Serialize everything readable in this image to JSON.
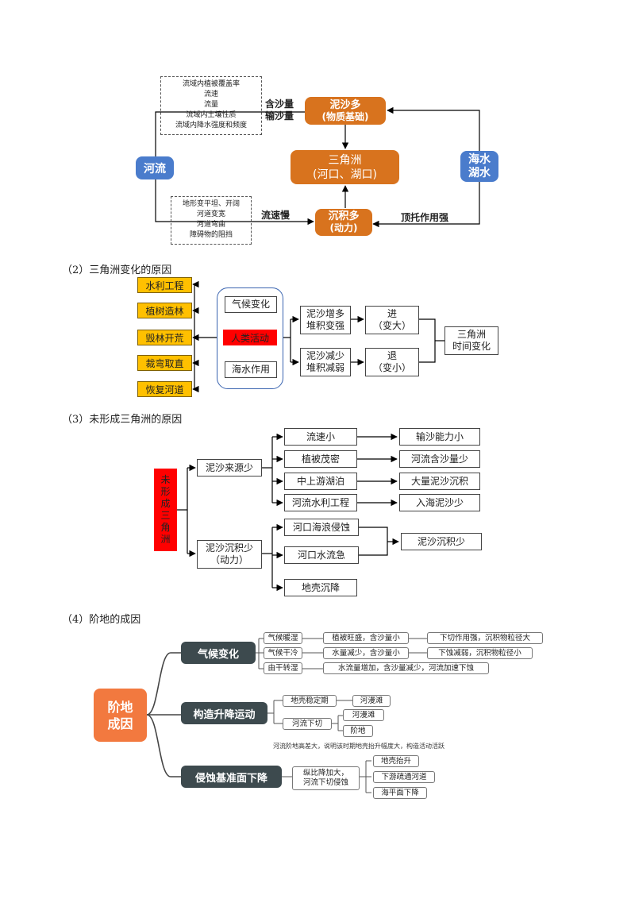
{
  "diagram1": {
    "river": "河流",
    "upper_factors": [
      "流域内植被覆盖率",
      "流速",
      "流量",
      "流域内土壤性质",
      "流域内降水强度和频度"
    ],
    "lower_factors": [
      "地形变平坦、开阔",
      "河道变宽",
      "河道弯曲",
      "障碍物的阻挡"
    ],
    "label_sediment": [
      "含沙量",
      "输沙量"
    ],
    "label_slow": "流速慢",
    "label_support": "顶托作用强",
    "sediment_box": [
      "泥沙多",
      "(物质基础)"
    ],
    "delta_box": [
      "三角洲",
      "(河口、湖口)"
    ],
    "deposit_box": [
      "沉积多",
      "(动力)"
    ],
    "sea_box": [
      "海水",
      "湖水"
    ]
  },
  "section2": {
    "title": "（2）三角洲变化的原因",
    "human_items": [
      "水利工程",
      "植树造林",
      "毁林开荒",
      "裁弯取直",
      "恢复河道"
    ],
    "causes": [
      "气候变化",
      "人类活动",
      "海水作用"
    ],
    "sediment_more": [
      "泥沙增多",
      "堆积变强"
    ],
    "sediment_less": [
      "泥沙减少",
      "堆积减弱"
    ],
    "advance": [
      "进",
      "（变大）"
    ],
    "retreat": [
      "退",
      "（变小）"
    ],
    "result": [
      "三角洲",
      "时间变化"
    ]
  },
  "section3": {
    "title": "（3）未形成三角洲的原因",
    "root": "未形成三角洲",
    "branch_source": "泥沙来源少",
    "branch_deposit": [
      "泥沙沉积少",
      "（动力）"
    ],
    "source_causes": [
      "流速小",
      "植被茂密",
      "中上游湖泊",
      "河流水利工程"
    ],
    "source_results": [
      "输沙能力小",
      "河流含沙量少",
      "大量泥沙沉积",
      "入海泥沙少"
    ],
    "deposit_causes": [
      "河口海浪侵蚀",
      "河口水流急",
      "地壳沉降"
    ],
    "deposit_result": "泥沙沉积少"
  },
  "section4": {
    "title": "（4）阶地的成因",
    "root": [
      "阶地",
      "成因"
    ],
    "climate": "气候变化",
    "tectonic": "构造升降运动",
    "base_level": "侵蚀基准面下降",
    "climate_rows": [
      [
        "气候暖湿",
        "植被旺盛，含沙量小",
        "下切作用强，沉积物粒径大"
      ],
      [
        "气候干冷",
        "水量减少，含沙量小",
        "下蚀减弱，沉积物粒径小"
      ]
    ],
    "climate_row3": [
      "由干转湿",
      "水流量增加，含沙量减少，河流加速下蚀"
    ],
    "tectonic_stable": "地壳稳定期",
    "floodplain": "河漫滩",
    "river_incision": "河流下切",
    "floodplain2": "河漫滩",
    "terrace": "阶地",
    "note": "河流阶地高差大，说明该时期地壳抬升幅度大，构造活动活跃",
    "base_cause": [
      "纵比降加大，",
      "河流下切侵蚀"
    ],
    "base_items": [
      "地壳抬升",
      "下游疏通河道",
      "海平面下降"
    ]
  }
}
